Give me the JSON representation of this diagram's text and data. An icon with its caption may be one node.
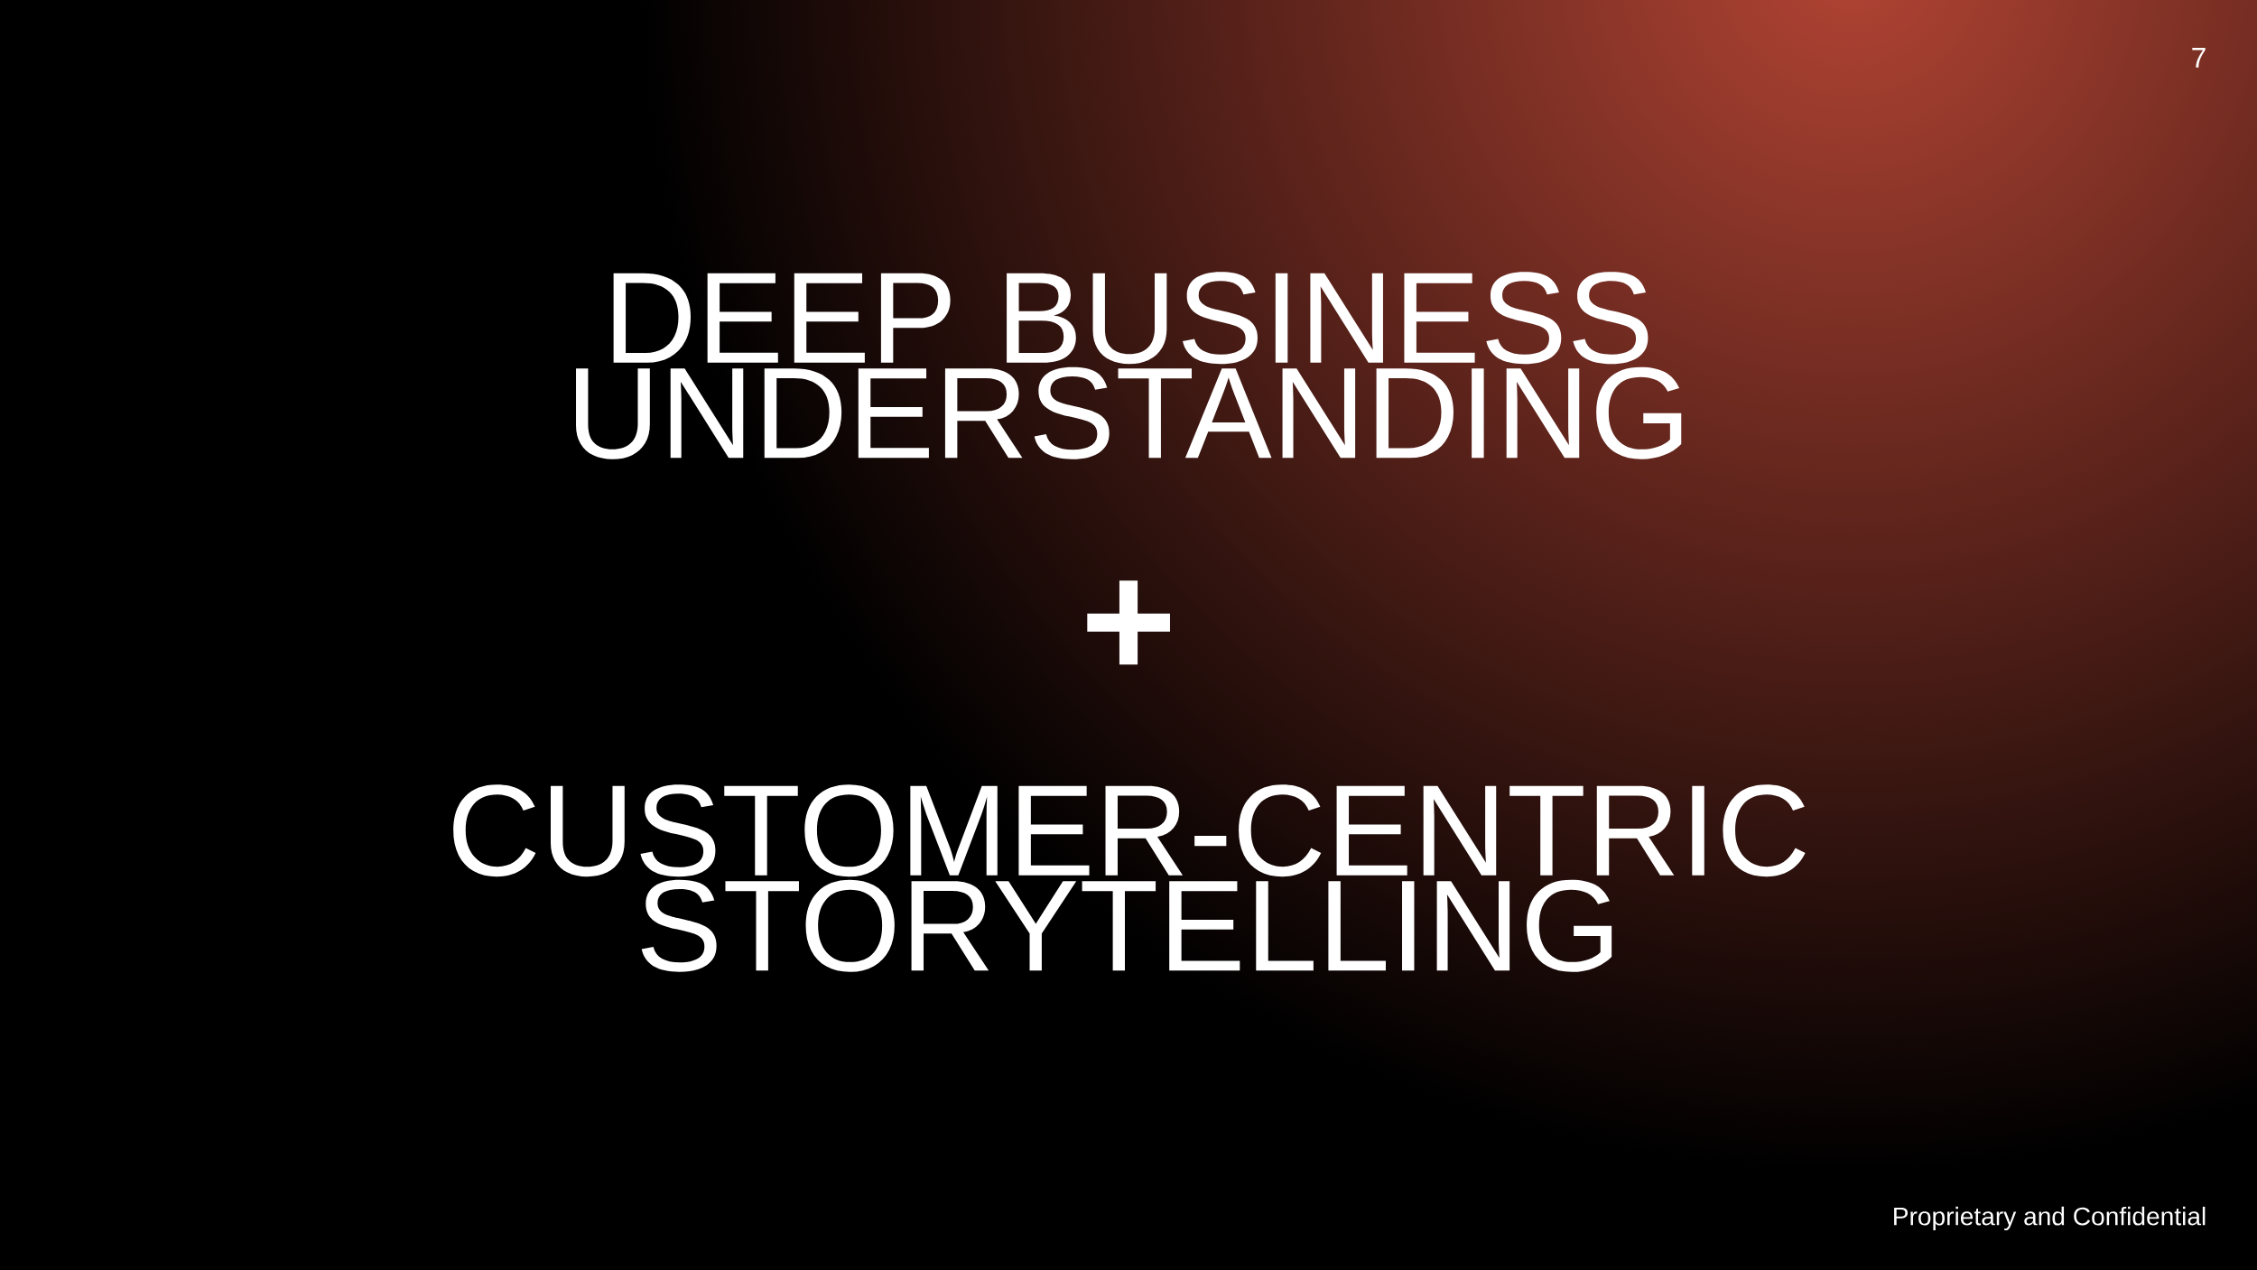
{
  "diagram": {
    "labels": [
      "7",
      "DEEP BUSINESS UNDERSTANDING",
      "+",
      "CUSTOMER-CENTRIC STORYTELLING",
      "Proprietary and Confidential"
    ]
  }
}
